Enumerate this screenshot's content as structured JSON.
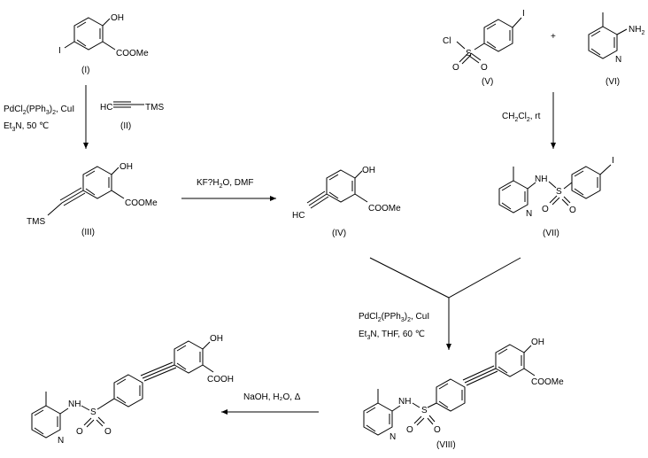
{
  "compounds": {
    "I": {
      "label": "(I)",
      "substituents": {
        "oh": "OH",
        "i": "I",
        "ester": "COOMe"
      }
    },
    "II": {
      "label": "(II)",
      "text": "HC",
      "tms": "TMS"
    },
    "III": {
      "label": "(III)",
      "substituents": {
        "oh": "OH",
        "ester": "COOMe",
        "tms": "TMS"
      }
    },
    "IV": {
      "label": "(IV)",
      "substituents": {
        "oh": "OH",
        "ester": "COOMe",
        "hc": "HC"
      }
    },
    "V": {
      "label": "(V)",
      "substituents": {
        "i": "I",
        "cl": "Cl",
        "s": "S",
        "o1": "O",
        "o2": "O"
      }
    },
    "VI": {
      "label": "(VI)",
      "substituents": {
        "nh2": "NH",
        "nh2_sub": "2",
        "n": "N"
      }
    },
    "VII": {
      "label": "(VII)",
      "substituents": {
        "i": "I",
        "nh": "NH",
        "s": "S",
        "o1": "O",
        "o2": "O",
        "n": "N"
      }
    },
    "VIII": {
      "label": "(VIII)",
      "substituents": {
        "oh": "OH",
        "ester": "COOMe",
        "nh": "NH",
        "s": "S",
        "o1": "O",
        "o2": "O",
        "n": "N"
      }
    },
    "final": {
      "substituents": {
        "oh": "OH",
        "acid": "COOH",
        "nh": "NH",
        "s": "S",
        "o1": "O",
        "o2": "O",
        "n": "N"
      }
    }
  },
  "plus_sign": "+",
  "conditions": {
    "step1_line1": {
      "a": "PdCl",
      "a_sub": "2",
      "b": "(PPh",
      "b_sub": "3",
      "c": ")",
      "c_sub": "2",
      "d": ", CuI"
    },
    "step1_line2": {
      "a": "Et",
      "a_sub": "3",
      "b": "N, 50 ℃"
    },
    "step2": {
      "a": "KF?H",
      "a_sub": "2",
      "b": "O, DMF"
    },
    "step3": {
      "a": "CH",
      "a_sub": "2",
      "b": "Cl",
      "b_sub": "2",
      "c": ", rt"
    },
    "step4_line1": {
      "a": "PdCl",
      "a_sub": "2",
      "b": "(PPh",
      "b_sub": "3",
      "c": ")",
      "c_sub": "2",
      "d": ", CuI"
    },
    "step4_line2": {
      "a": "Et",
      "a_sub": "3",
      "b": "N, THF, 60 ℃"
    },
    "step5": "NaOH, H₂O, Δ"
  }
}
